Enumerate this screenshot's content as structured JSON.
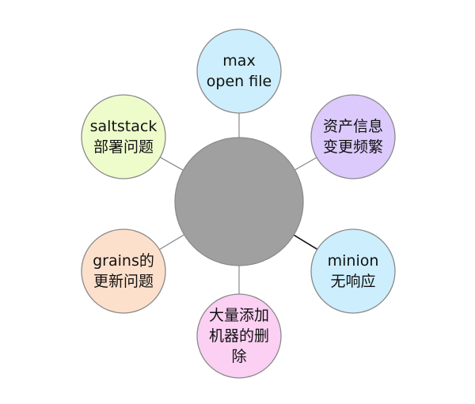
{
  "diagram": {
    "center": {
      "label": "",
      "fill": "#a0a0a0"
    },
    "nodes": [
      {
        "id": "max-open-file",
        "lines": [
          "max",
          "open file"
        ],
        "fill": "#cdeefc",
        "edge_color": "#888888"
      },
      {
        "id": "asset-info",
        "lines": [
          "资产信息",
          "变更频繁"
        ],
        "fill": "#dccafc",
        "edge_color": "#888888"
      },
      {
        "id": "minion-no-response",
        "lines": [
          "minion",
          "无响应"
        ],
        "fill": "#cdeefc",
        "edge_color": "#111111"
      },
      {
        "id": "bulk-add-delete",
        "lines": [
          "大量添加",
          "机器的删",
          "除"
        ],
        "fill": "#fbd0f3",
        "edge_color": "#888888"
      },
      {
        "id": "grains-update",
        "lines": [
          "grains的",
          "更新问题"
        ],
        "fill": "#fde0cc",
        "edge_color": "#888888"
      },
      {
        "id": "saltstack-deploy",
        "lines": [
          "saltstack",
          "部署问题"
        ],
        "fill": "#eefccc",
        "edge_color": "#888888"
      }
    ]
  }
}
